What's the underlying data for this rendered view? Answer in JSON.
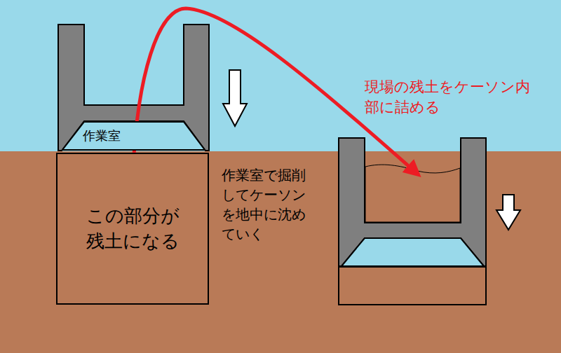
{
  "diagram": {
    "nodes": [
      {
        "text": [
          "作業室"
        ]
      },
      {
        "text": [
          "この部分が 残土になる"
        ]
      }
    ],
    "labels": [
      "現場の残土をケーソン内 部に詰める",
      "作業室で掘削 してケーソン を地中に沈め ていく"
    ]
  }
}
